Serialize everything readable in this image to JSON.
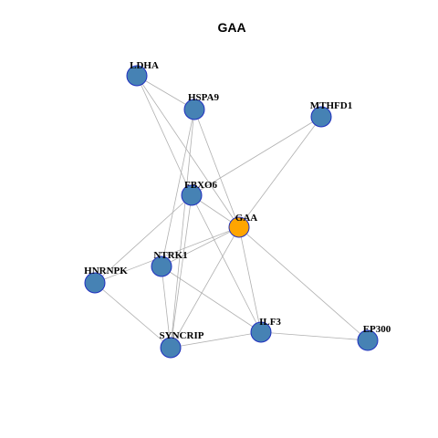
{
  "title": "GAA",
  "colors": {
    "node_default": "#4682B4",
    "node_highlight": "#FFA500",
    "node_border": "#1f2fbf",
    "edge": "#b0b0b0"
  },
  "nodes": [
    {
      "id": "LDHA",
      "label": "LDHA",
      "highlight": false
    },
    {
      "id": "HSPA9",
      "label": "HSPA9",
      "highlight": false
    },
    {
      "id": "MTHFD1",
      "label": "MTHFD1",
      "highlight": false
    },
    {
      "id": "FBXO6",
      "label": "FBXO6",
      "highlight": false
    },
    {
      "id": "GAA",
      "label": "GAA",
      "highlight": true
    },
    {
      "id": "NTRK1",
      "label": "NTRK1",
      "highlight": false
    },
    {
      "id": "HNRNPK",
      "label": "HNRNPK",
      "highlight": false
    },
    {
      "id": "ILF3",
      "label": "ILF3",
      "highlight": false
    },
    {
      "id": "SYNCRIP",
      "label": "SYNCRIP",
      "highlight": false
    },
    {
      "id": "EP300",
      "label": "EP300",
      "highlight": false
    }
  ],
  "edges": [
    [
      "LDHA",
      "HSPA9"
    ],
    [
      "LDHA",
      "FBXO6"
    ],
    [
      "LDHA",
      "GAA"
    ],
    [
      "HSPA9",
      "GAA"
    ],
    [
      "HSPA9",
      "NTRK1"
    ],
    [
      "HSPA9",
      "SYNCRIP"
    ],
    [
      "MTHFD1",
      "FBXO6"
    ],
    [
      "MTHFD1",
      "GAA"
    ],
    [
      "FBXO6",
      "GAA"
    ],
    [
      "FBXO6",
      "HNRNPK"
    ],
    [
      "FBXO6",
      "ILF3"
    ],
    [
      "FBXO6",
      "SYNCRIP"
    ],
    [
      "GAA",
      "NTRK1"
    ],
    [
      "GAA",
      "HNRNPK"
    ],
    [
      "GAA",
      "ILF3"
    ],
    [
      "GAA",
      "SYNCRIP"
    ],
    [
      "GAA",
      "EP300"
    ],
    [
      "NTRK1",
      "ILF3"
    ],
    [
      "NTRK1",
      "SYNCRIP"
    ],
    [
      "HNRNPK",
      "SYNCRIP"
    ],
    [
      "SYNCRIP",
      "ILF3"
    ],
    [
      "ILF3",
      "EP300"
    ]
  ]
}
